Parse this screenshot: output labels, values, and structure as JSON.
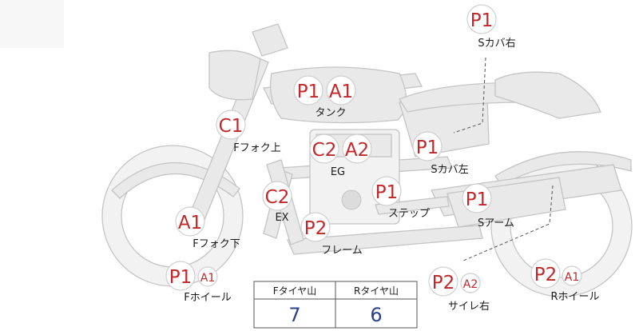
{
  "parts": {
    "s_cover_right": {
      "label": "Sカバ右",
      "codes": [
        "P1"
      ]
    },
    "tank": {
      "label": "タンク",
      "codes": [
        "P1",
        "A1"
      ]
    },
    "f_fork_upper": {
      "label": "Fフォク上",
      "codes": [
        "C1"
      ]
    },
    "engine": {
      "label": "EG",
      "codes": [
        "C2",
        "A2"
      ]
    },
    "s_cover_left": {
      "label": "Sカバ左",
      "codes": [
        "P1"
      ]
    },
    "exhaust": {
      "label": "EX",
      "codes": [
        "C2"
      ]
    },
    "step": {
      "label": "ステップ",
      "codes": [
        "P1"
      ]
    },
    "swing_arm": {
      "label": "Sアーム",
      "codes": [
        "P1"
      ]
    },
    "f_fork_lower": {
      "label": "Fフォク下",
      "codes": [
        "A1"
      ]
    },
    "frame": {
      "label": "フレーム",
      "codes": [
        "P2"
      ]
    },
    "f_wheel": {
      "label": "Fホイール",
      "codes": [
        "P1",
        "A1"
      ]
    },
    "silencer_right": {
      "label": "サイレ右",
      "codes": [
        "P2",
        "A2"
      ]
    },
    "r_wheel": {
      "label": "Rホイール",
      "codes": [
        "P2",
        "A1"
      ]
    }
  },
  "tire_table": {
    "front_header": "Fタイヤ山",
    "rear_header": "Rタイヤ山",
    "front_value": "7",
    "rear_value": "6"
  }
}
